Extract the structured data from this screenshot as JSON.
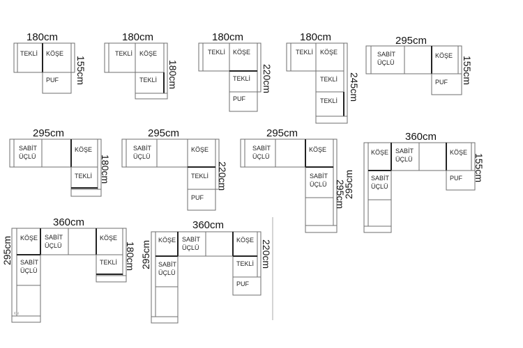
{
  "labels": {
    "tekli": "TEKLİ",
    "kose": "KÖŞE",
    "puf": "PUF",
    "sabit1": "SABİT",
    "sabit2": "ÜÇLÜ"
  },
  "configs": [
    {
      "width": "180cm",
      "height": "155cm"
    },
    {
      "width": "180cm",
      "height": "180cm"
    },
    {
      "width": "180cm",
      "height": "220cm"
    },
    {
      "width": "180cm",
      "height": "245cm"
    },
    {
      "width": "295cm",
      "height": "155cm"
    },
    {
      "width": "295cm",
      "height": "180cm"
    },
    {
      "width": "295cm",
      "height": "220cm"
    },
    {
      "width": "295cm",
      "height": "295cm"
    },
    {
      "width": "360cm",
      "height": "155cm",
      "left_height": "295cm"
    },
    {
      "width": "360cm",
      "height": "180cm",
      "left_height": "295cm"
    },
    {
      "width": "360cm",
      "height": "220cm",
      "left_height": "295cm"
    }
  ],
  "footnote": "Kol",
  "colors": {
    "stroke": "#6e6e6e",
    "edge": "#222222",
    "text": "#111111"
  }
}
